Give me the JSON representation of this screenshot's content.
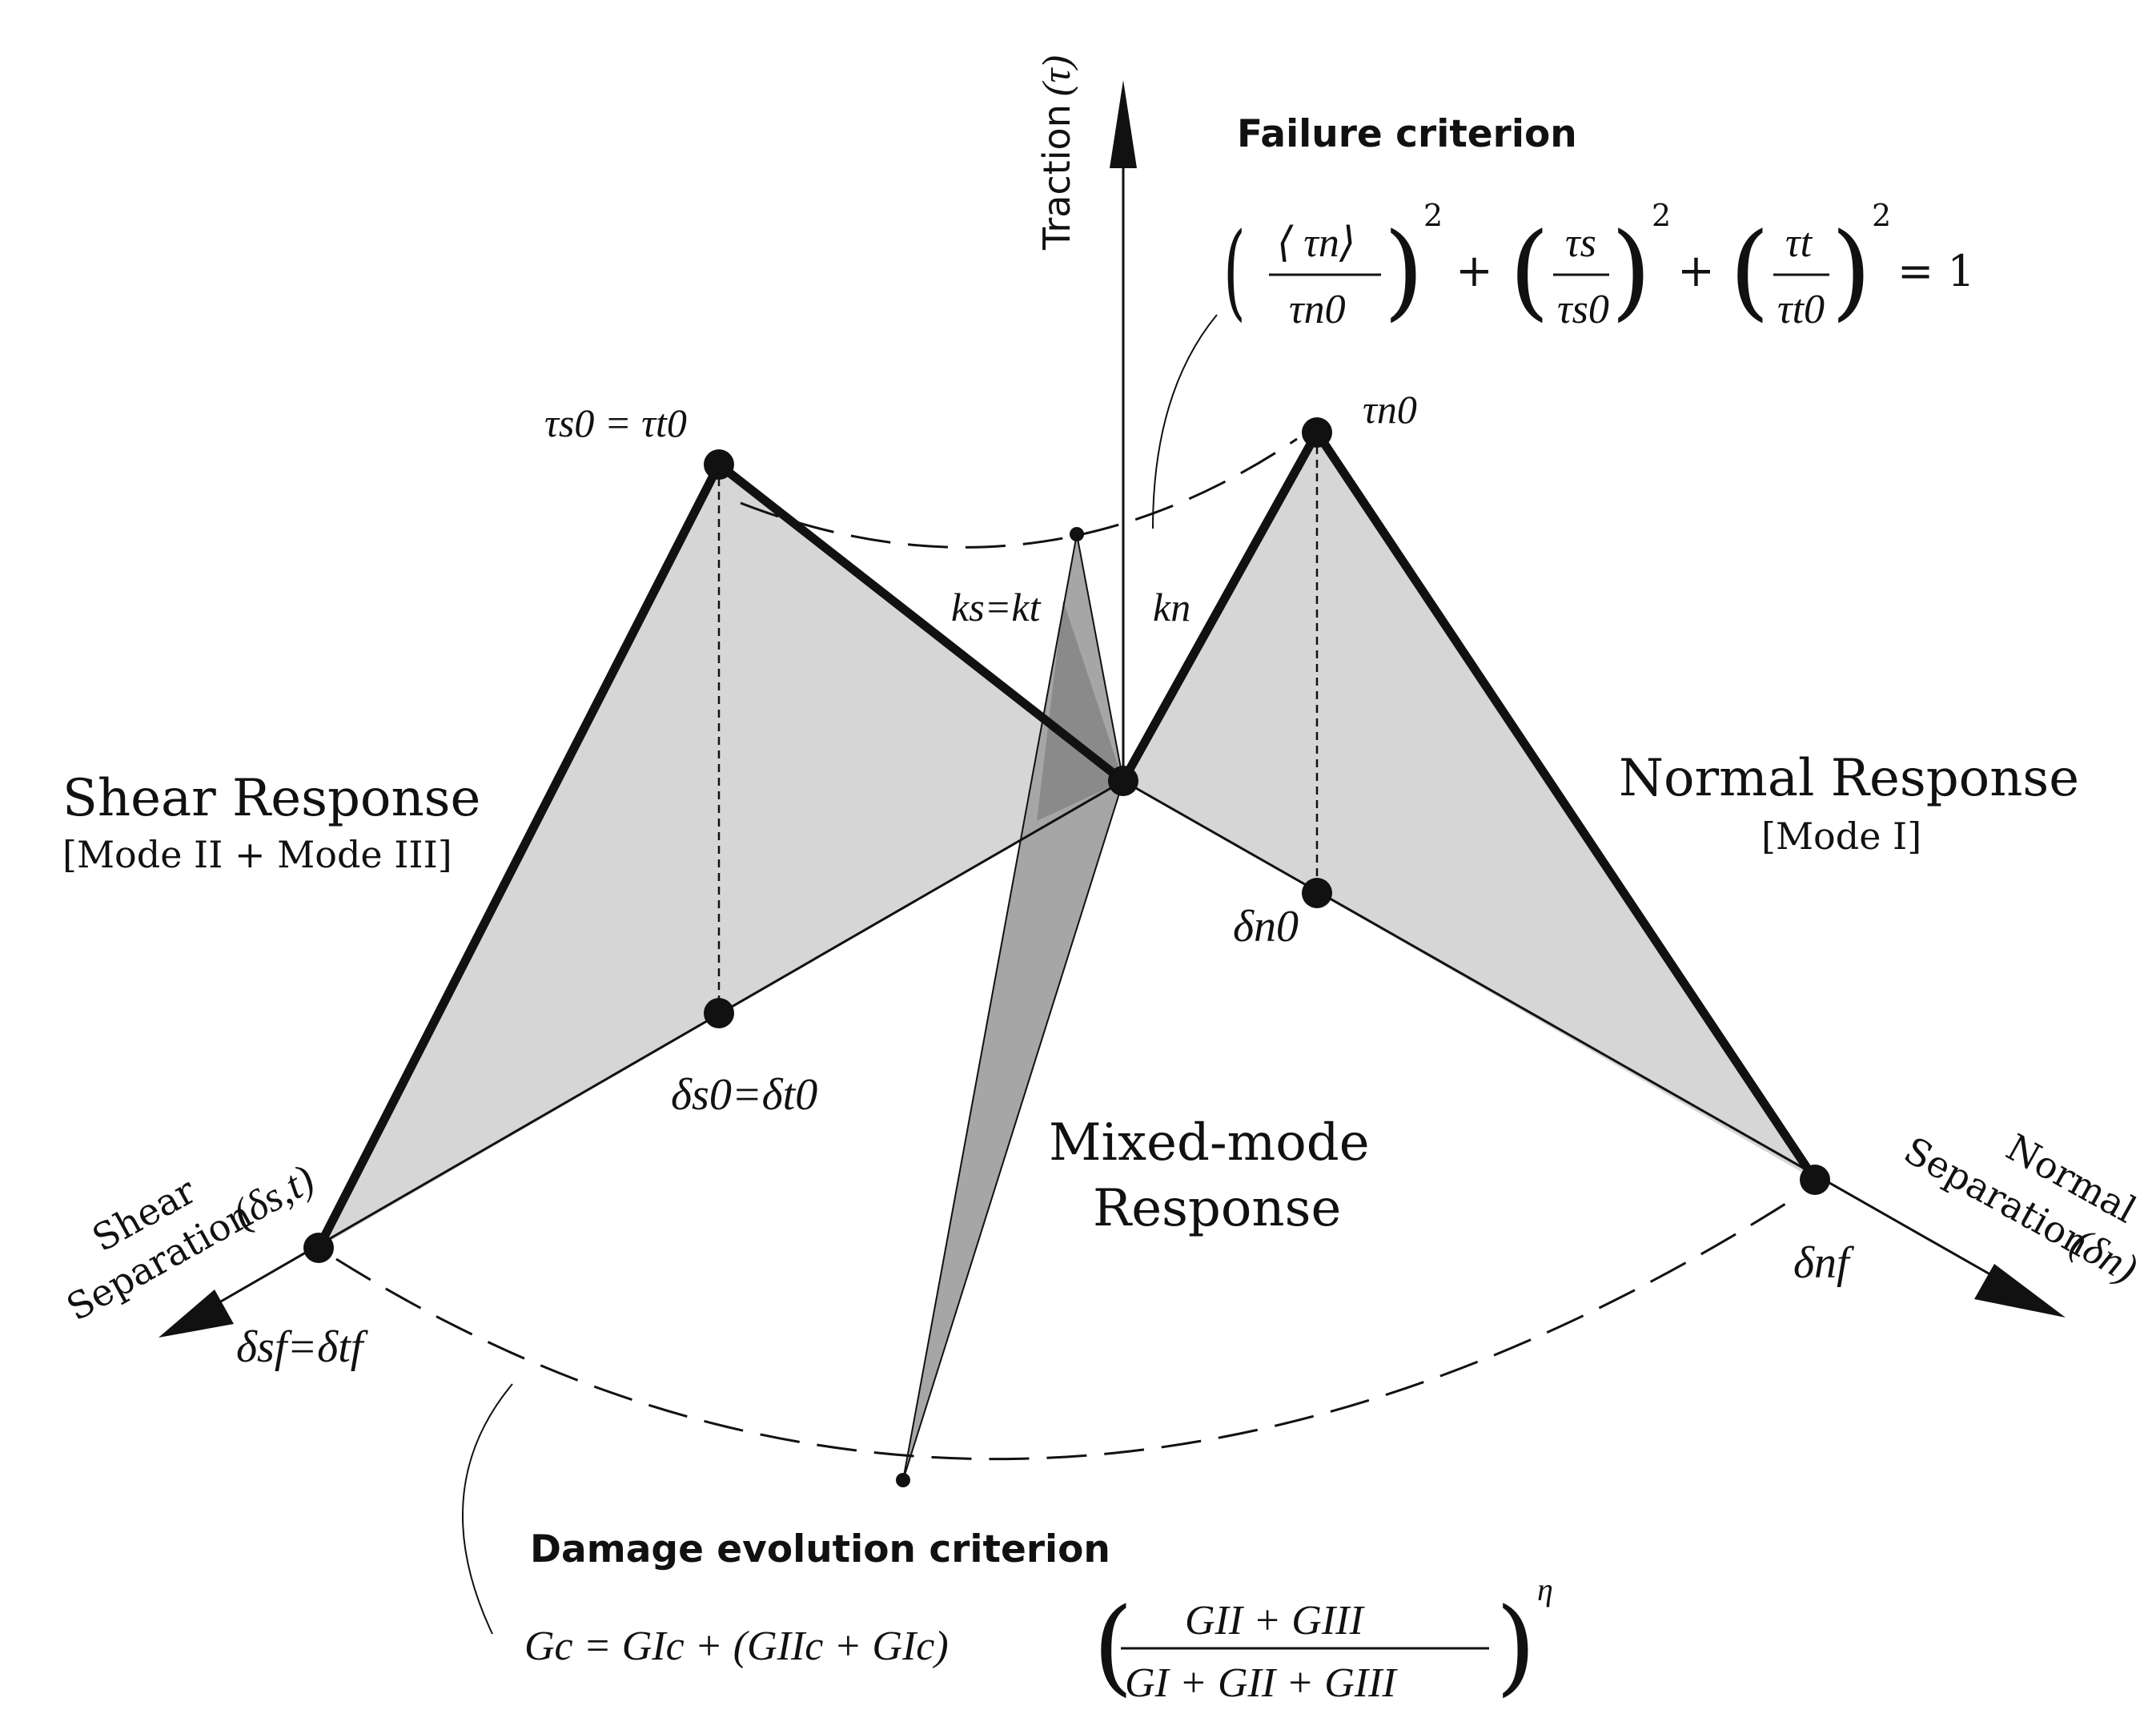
{
  "labels": {
    "traction_axis": "Traction",
    "traction_symbol": "(τ)",
    "failure_title": "Failure criterion",
    "failure_formula": {
      "t1_num": "⟨ τn⟩",
      "t1_den": "τn0",
      "t2_num": "τs",
      "t2_den": "τs0",
      "t3_num": "τt",
      "t3_den": "τt0",
      "power": "2",
      "plus": "+",
      "rhs": "= 1"
    },
    "shear_title": "Shear Response",
    "shear_subtitle": "[Mode II + Mode III]",
    "normal_title": "Normal Response",
    "normal_subtitle": "[Mode I]",
    "mixed_title_1": "Mixed-mode",
    "mixed_title_2": "Response",
    "shear_axis_line1": "Shear",
    "shear_axis_line2": "Separation",
    "shear_axis_symbol": "(δs,t)",
    "normal_axis_line1": "Normal",
    "normal_axis_line2": "Separation",
    "normal_axis_symbol": "(δn)",
    "tau_s_t": "τs0 = τt0",
    "tau_n": "τn0",
    "k_s_t": "ks=kt",
    "k_n": "kn",
    "delta_s_t_0": "δs0=δt0",
    "delta_n_0": "δn0",
    "delta_s_t_f": "δsf=δtf",
    "delta_n_f": "δnf",
    "damage_title": "Damage evolution criterion",
    "damage_formula": {
      "lhs": "Gc = GIc + (GIIc + GIc)",
      "num": "GII + GIII",
      "den": "GI + GII + GIII",
      "exponent": "η"
    }
  },
  "colors": {
    "stroke": "#111111",
    "fill_light": "#d6d6d6",
    "fill_mid": "#a6a6a6",
    "fill_overlap": "#8a8a8a"
  }
}
